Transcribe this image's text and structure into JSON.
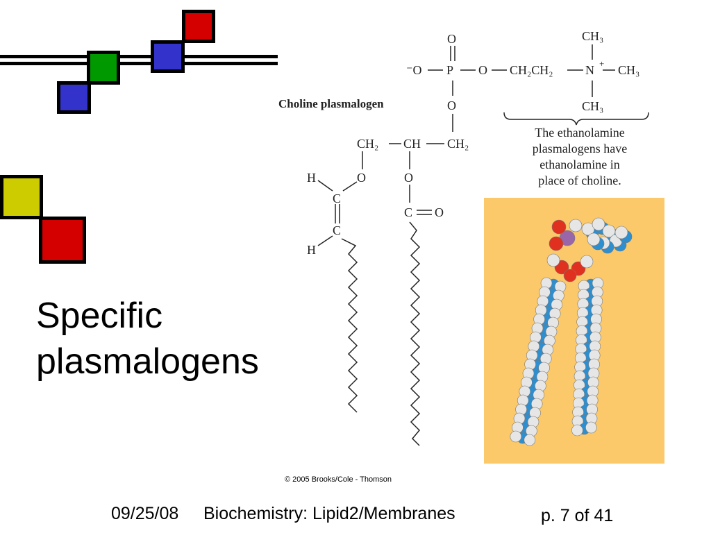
{
  "slide": {
    "title_lines": [
      "Specific",
      "plasmalogens"
    ],
    "figure_label": "Choline plasmalogen",
    "note_lines": [
      "The ethanolamine",
      "plasmalogens have",
      "ethanolamine in",
      "place of choline."
    ],
    "credit": "© 2005 Brooks/Cole - Thomson"
  },
  "structure": {
    "head_group": {
      "phosphate_top_O": "O",
      "phosphate_left": "⁻O",
      "phosphate_P": "P",
      "phosphate_bridge_O": "O",
      "ethyl": "CH₂CH₂",
      "nitrogen": "N",
      "charge": "+",
      "methyl_top": "CH₃",
      "methyl_right": "CH₃",
      "methyl_bottom": "CH₃",
      "phosphate_bottom_O": "O"
    },
    "glycerol": {
      "left": "CH₂",
      "middle": "CH",
      "right": "CH₂"
    },
    "ether_chain": {
      "ether_O": "O",
      "h_top": "H",
      "c_top": "C",
      "c_bottom": "C",
      "h_bottom": "H"
    },
    "ester_chain": {
      "ester_O": "O",
      "carbonyl_C": "C",
      "carbonyl_O": "O"
    }
  },
  "footer": {
    "date": "09/25/08",
    "course": "Biochemistry: Lipid2/Membranes",
    "page": "p. 7 of 41"
  },
  "colors": {
    "red": "#d40000",
    "green": "#009a00",
    "blue": "#3333cc",
    "yellow": "#cccc00",
    "model_bg": "#fbc96a",
    "carbon_blue": "#2e8fd0",
    "hydrogen": "#e6e6e6",
    "oxygen": "#e03020",
    "phosphorus": "#9966aa"
  }
}
